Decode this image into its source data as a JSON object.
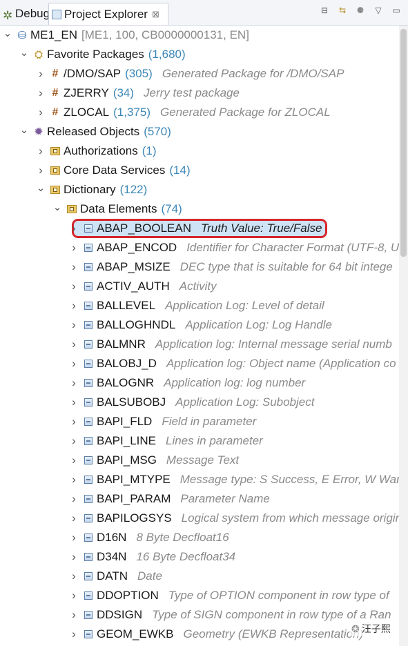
{
  "tabs": [
    {
      "label": "Debug"
    },
    {
      "label": "Project Explorer"
    }
  ],
  "toolbar_icons": [
    "collapse-all-icon",
    "link-with-editor-icon",
    "filter-icon",
    "view-menu-icon",
    "minimize-icon"
  ],
  "tree": [
    {
      "level": 0,
      "expanded": true,
      "icon": "project-icon",
      "name": "ME1_EN",
      "meta": "[ME1, 100, CB0000000131, EN]"
    },
    {
      "level": 1,
      "expanded": true,
      "icon": "favorites-icon",
      "name": "Favorite Packages",
      "count": "(1,680)"
    },
    {
      "level": 2,
      "expanded": false,
      "icon": "package-icon",
      "name": "/DMO/SAP",
      "count": "(305)",
      "desc": "Generated Package for /DMO/SAP"
    },
    {
      "level": 2,
      "expanded": false,
      "icon": "package-icon",
      "name": "ZJERRY",
      "count": "(34)",
      "desc": "Jerry test package"
    },
    {
      "level": 2,
      "expanded": false,
      "icon": "package-icon",
      "name": "ZLOCAL",
      "count": "(1,375)",
      "desc": "Generated Package for ZLOCAL"
    },
    {
      "level": 1,
      "expanded": true,
      "icon": "released-objects-icon",
      "name": "Released Objects",
      "count": "(570)"
    },
    {
      "level": 2,
      "expanded": false,
      "icon": "folder-icon",
      "name": "Authorizations",
      "count": "(1)"
    },
    {
      "level": 2,
      "expanded": false,
      "icon": "folder-icon",
      "name": "Core Data Services",
      "count": "(14)"
    },
    {
      "level": 2,
      "expanded": true,
      "icon": "folder-icon",
      "name": "Dictionary",
      "count": "(122)"
    },
    {
      "level": 3,
      "expanded": true,
      "icon": "folder-icon",
      "name": "Data Elements",
      "count": "(74)"
    },
    {
      "level": 4,
      "expanded": false,
      "icon": "data-element-icon",
      "name": "ABAP_BOOLEAN",
      "desc": "Truth Value: True/False",
      "selected": true
    },
    {
      "level": 4,
      "expanded": false,
      "icon": "data-element-icon",
      "name": "ABAP_ENCOD",
      "desc": "Identifier for Character Format (UTF-8, U"
    },
    {
      "level": 4,
      "expanded": false,
      "icon": "data-element-icon",
      "name": "ABAP_MSIZE",
      "desc": "DEC type that is suitable for 64 bit intege"
    },
    {
      "level": 4,
      "expanded": false,
      "icon": "data-element-icon",
      "name": "ACTIV_AUTH",
      "desc": "Activity"
    },
    {
      "level": 4,
      "expanded": false,
      "icon": "data-element-icon",
      "name": "BALLEVEL",
      "desc": "Application Log: Level of detail"
    },
    {
      "level": 4,
      "expanded": false,
      "icon": "data-element-icon",
      "name": "BALLOGHNDL",
      "desc": "Application Log: Log Handle"
    },
    {
      "level": 4,
      "expanded": false,
      "icon": "data-element-icon",
      "name": "BALMNR",
      "desc": "Application log: Internal message serial numb"
    },
    {
      "level": 4,
      "expanded": false,
      "icon": "data-element-icon",
      "name": "BALOBJ_D",
      "desc": "Application log: Object name (Application co"
    },
    {
      "level": 4,
      "expanded": false,
      "icon": "data-element-icon",
      "name": "BALOGNR",
      "desc": "Application log: log number"
    },
    {
      "level": 4,
      "expanded": false,
      "icon": "data-element-icon",
      "name": "BALSUBOBJ",
      "desc": "Application Log: Subobject"
    },
    {
      "level": 4,
      "expanded": false,
      "icon": "data-element-icon",
      "name": "BAPI_FLD",
      "desc": "Field in parameter"
    },
    {
      "level": 4,
      "expanded": false,
      "icon": "data-element-icon",
      "name": "BAPI_LINE",
      "desc": "Lines in parameter"
    },
    {
      "level": 4,
      "expanded": false,
      "icon": "data-element-icon",
      "name": "BAPI_MSG",
      "desc": "Message Text"
    },
    {
      "level": 4,
      "expanded": false,
      "icon": "data-element-icon",
      "name": "BAPI_MTYPE",
      "desc": "Message type: S Success, E Error, W Warni"
    },
    {
      "level": 4,
      "expanded": false,
      "icon": "data-element-icon",
      "name": "BAPI_PARAM",
      "desc": "Parameter Name"
    },
    {
      "level": 4,
      "expanded": false,
      "icon": "data-element-icon",
      "name": "BAPILOGSYS",
      "desc": "Logical system from which message origin"
    },
    {
      "level": 4,
      "expanded": false,
      "icon": "data-element-icon",
      "name": "D16N",
      "desc": "8 Byte Decfloat16"
    },
    {
      "level": 4,
      "expanded": false,
      "icon": "data-element-icon",
      "name": "D34N",
      "desc": "16 Byte Decfloat34"
    },
    {
      "level": 4,
      "expanded": false,
      "icon": "data-element-icon",
      "name": "DATN",
      "desc": "Date"
    },
    {
      "level": 4,
      "expanded": false,
      "icon": "data-element-icon",
      "name": "DDOPTION",
      "desc": "Type of OPTION component in row type of"
    },
    {
      "level": 4,
      "expanded": false,
      "icon": "data-element-icon",
      "name": "DDSIGN",
      "desc": "Type of SIGN component in row type of a Ran"
    },
    {
      "level": 4,
      "expanded": false,
      "icon": "data-element-icon",
      "name": "GEOM_EWKB",
      "desc": "Geometry (EWKB Representation)"
    }
  ],
  "watermark": "汪子熙",
  "colors": {
    "count": "#3a86b7",
    "description": "#8a8a8a",
    "highlight_border": "#d6262b",
    "selection": "#cfe3f6"
  }
}
